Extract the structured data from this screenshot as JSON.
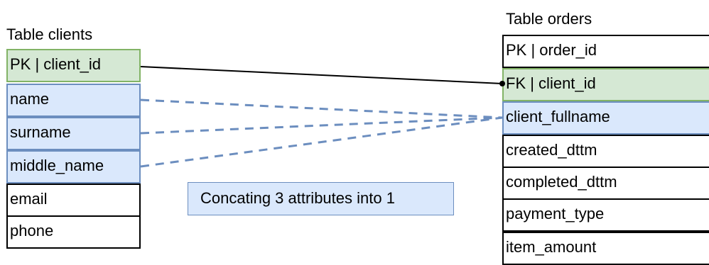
{
  "clients": {
    "title": "Table clients",
    "rows": [
      {
        "label": "PK | client_id",
        "kind": "pk"
      },
      {
        "label": "name",
        "kind": "att"
      },
      {
        "label": "surname",
        "kind": "att"
      },
      {
        "label": "middle_name",
        "kind": "att"
      },
      {
        "label": "email",
        "kind": "plain"
      },
      {
        "label": "phone",
        "kind": "plain"
      }
    ]
  },
  "orders": {
    "title": "Table orders",
    "rows": [
      {
        "label": "PK | order_id",
        "kind": "plain"
      },
      {
        "label": "FK | client_id",
        "kind": "pk"
      },
      {
        "label": "client_fullname",
        "kind": "att"
      },
      {
        "label": "created_dttm",
        "kind": "plain"
      },
      {
        "label": "completed_dttm",
        "kind": "plain"
      },
      {
        "label": "payment_type",
        "kind": "plain"
      },
      {
        "label": "item_amount",
        "kind": "plain"
      }
    ]
  },
  "note": {
    "text": "Concating 3 attributes into 1"
  },
  "colors": {
    "key_fill": "#d5e8d4",
    "key_border": "#82b366",
    "attr_fill": "#dae8fc",
    "attr_border": "#6c8ebf",
    "dashed_connector": "#6c8ebf",
    "solid_connector": "#000000"
  }
}
